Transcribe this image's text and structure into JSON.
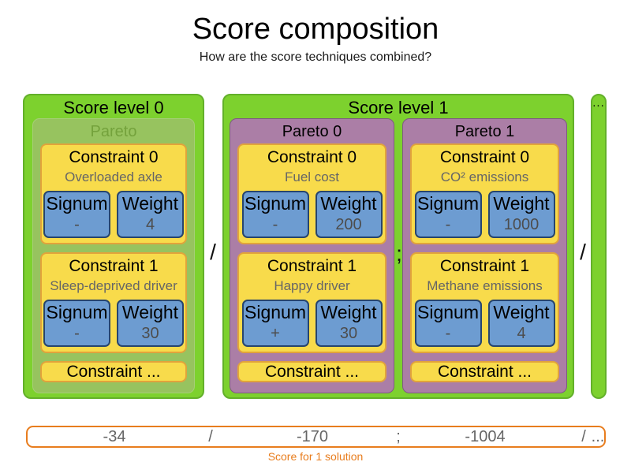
{
  "title": "Score composition",
  "subtitle": "How are the score techniques combined?",
  "colors": {
    "level_green": "#7dd12e",
    "level_green_border": "#63b02a",
    "pareto_muted_green": "#97c35f",
    "pareto_purple": "#ab7ea6",
    "constraint_yellow": "#f8db4b",
    "constraint_yellow_border": "#e1a33b",
    "signum_weight_blue": "#6d9cd1",
    "score_bar_orange": "#e87d1e",
    "muted_text_gray": "#666666"
  },
  "levels": {
    "level0": {
      "label": "Score level 0",
      "pareto": {
        "label": "Pareto",
        "constraints": {
          "c0": {
            "title": "Constraint 0",
            "subtitle": "Overloaded axle",
            "signum_label": "Signum",
            "signum_value": "-",
            "weight_label": "Weight",
            "weight_value": "4"
          },
          "c1": {
            "title": "Constraint 1",
            "subtitle": "Sleep-deprived driver",
            "signum_label": "Signum",
            "signum_value": "-",
            "weight_label": "Weight",
            "weight_value": "30"
          },
          "more": "Constraint ..."
        }
      }
    },
    "separator_level0_level1": "/",
    "level1": {
      "label": "Score level 1",
      "pareto0": {
        "label": "Pareto 0",
        "constraints": {
          "c0": {
            "title": "Constraint 0",
            "subtitle": "Fuel cost",
            "signum_label": "Signum",
            "signum_value": "-",
            "weight_label": "Weight",
            "weight_value": "200"
          },
          "c1": {
            "title": "Constraint 1",
            "subtitle": "Happy driver",
            "signum_label": "Signum",
            "signum_value": "+",
            "weight_label": "Weight",
            "weight_value": "30"
          },
          "more": "Constraint ..."
        }
      },
      "separator_paretos": ";",
      "pareto1": {
        "label": "Pareto 1",
        "constraints": {
          "c0": {
            "title": "Constraint 0",
            "subtitle": "CO² emissions",
            "signum_label": "Signum",
            "signum_value": "-",
            "weight_label": "Weight",
            "weight_value": "1000"
          },
          "c1": {
            "title": "Constraint 1",
            "subtitle": "Methane emissions",
            "signum_label": "Signum",
            "signum_value": "-",
            "weight_label": "Weight",
            "weight_value": "4"
          },
          "more": "Constraint ..."
        }
      }
    },
    "separator_level1_more": "/",
    "more_levels": "..."
  },
  "score_bar": {
    "level0_value": "-34",
    "sep1": "/",
    "pareto0_value": "-170",
    "sep2": ";",
    "pareto1_value": "-1004",
    "sep3": "/",
    "more": "...",
    "caption": "Score for 1 solution"
  }
}
